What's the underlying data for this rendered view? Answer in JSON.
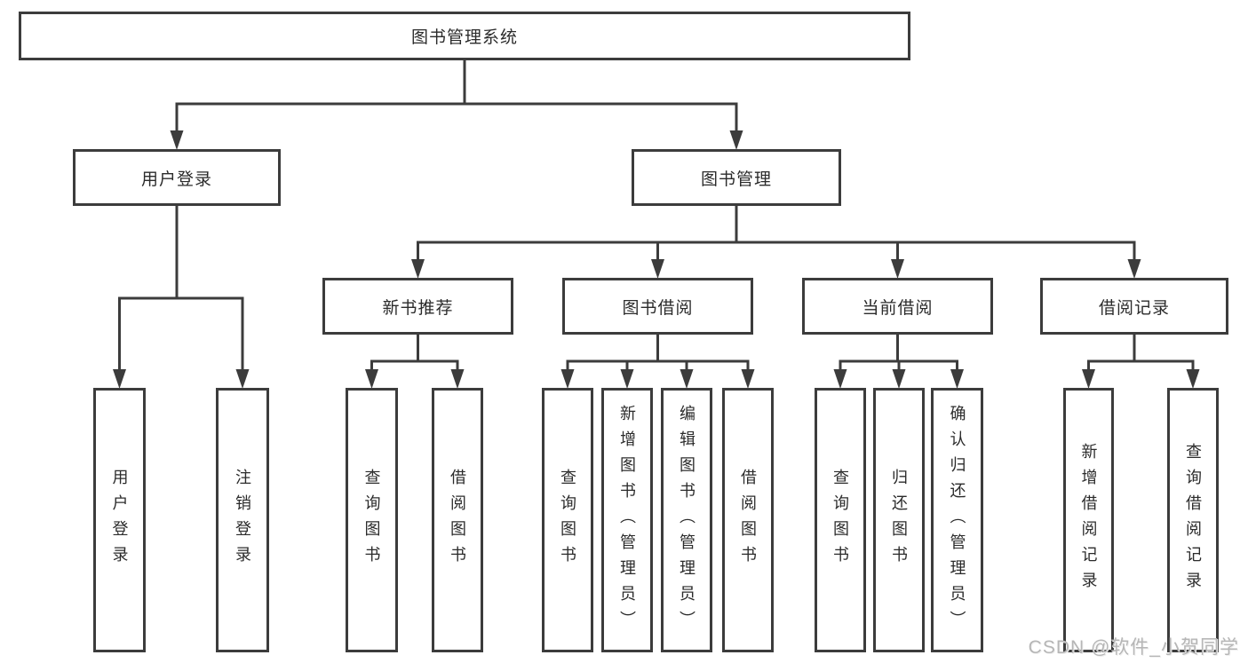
{
  "nodes": {
    "root": {
      "label": "图书管理系统"
    },
    "user_login": {
      "label": "用户登录"
    },
    "book_mgmt": {
      "label": "图书管理"
    },
    "new_book_rec": {
      "label": "新书推荐"
    },
    "book_borrow": {
      "label": "图书借阅"
    },
    "current_borrow": {
      "label": "当前借阅"
    },
    "borrow_records": {
      "label": "借阅记录"
    },
    "leaf_user_login": {
      "label": "用户登录"
    },
    "leaf_logout": {
      "label": "注销登录"
    },
    "leaf_rec_query": {
      "label": "查询图书"
    },
    "leaf_rec_borrow": {
      "label": "借阅图书"
    },
    "leaf_bb_query": {
      "label": "查询图书"
    },
    "leaf_bb_add": {
      "label": "新增图书（管理员）"
    },
    "leaf_bb_edit": {
      "label": "编辑图书（管理员）"
    },
    "leaf_bb_borrow": {
      "label": "借阅图书"
    },
    "leaf_cb_query": {
      "label": "查询图书"
    },
    "leaf_cb_return": {
      "label": "归还图书"
    },
    "leaf_cb_confirm": {
      "label": "确认归还（管理员）"
    },
    "leaf_br_add": {
      "label": "新增借阅记录"
    },
    "leaf_br_query": {
      "label": "查询借阅记录"
    }
  },
  "watermark": "CSDN @软件_小贺同学",
  "colors": {
    "line": "#3c3c3c",
    "text": "#2b2b2b",
    "watermark": "#b6b6b6",
    "background": "#ffffff"
  }
}
